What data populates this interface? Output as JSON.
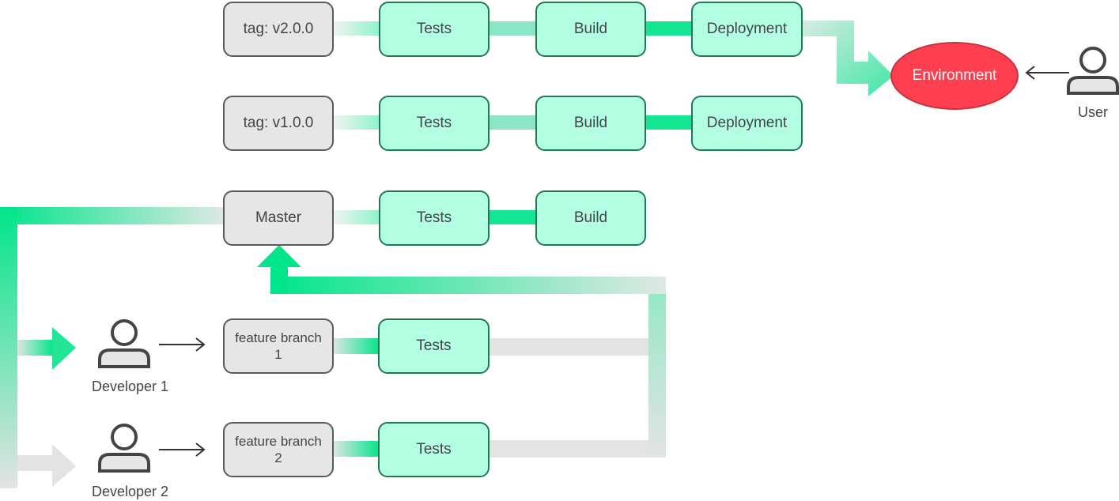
{
  "colors": {
    "green_accent": "#00e58a",
    "green_box": "#b2ffe4",
    "gray_box": "#e6e6e6",
    "gray_flow": "#e3e3e3",
    "environment": "#ff3e4f"
  },
  "rows": {
    "v2": {
      "tag": "tag: v2.0.0",
      "tests": "Tests",
      "build": "Build",
      "deploy": "Deployment"
    },
    "v1": {
      "tag": "tag: v1.0.0",
      "tests": "Tests",
      "build": "Build",
      "deploy": "Deployment"
    },
    "master": {
      "label": "Master",
      "tests": "Tests",
      "build": "Build"
    },
    "feature1": {
      "label": "feature branch\n1",
      "tests": "Tests"
    },
    "feature2": {
      "label": "feature branch\n2",
      "tests": "Tests"
    }
  },
  "environment": "Environment",
  "user": "User",
  "developers": [
    "Developer 1",
    "Developer 2"
  ],
  "icons": [
    "person-icon",
    "arrow-right-icon",
    "arrow-left-icon"
  ]
}
